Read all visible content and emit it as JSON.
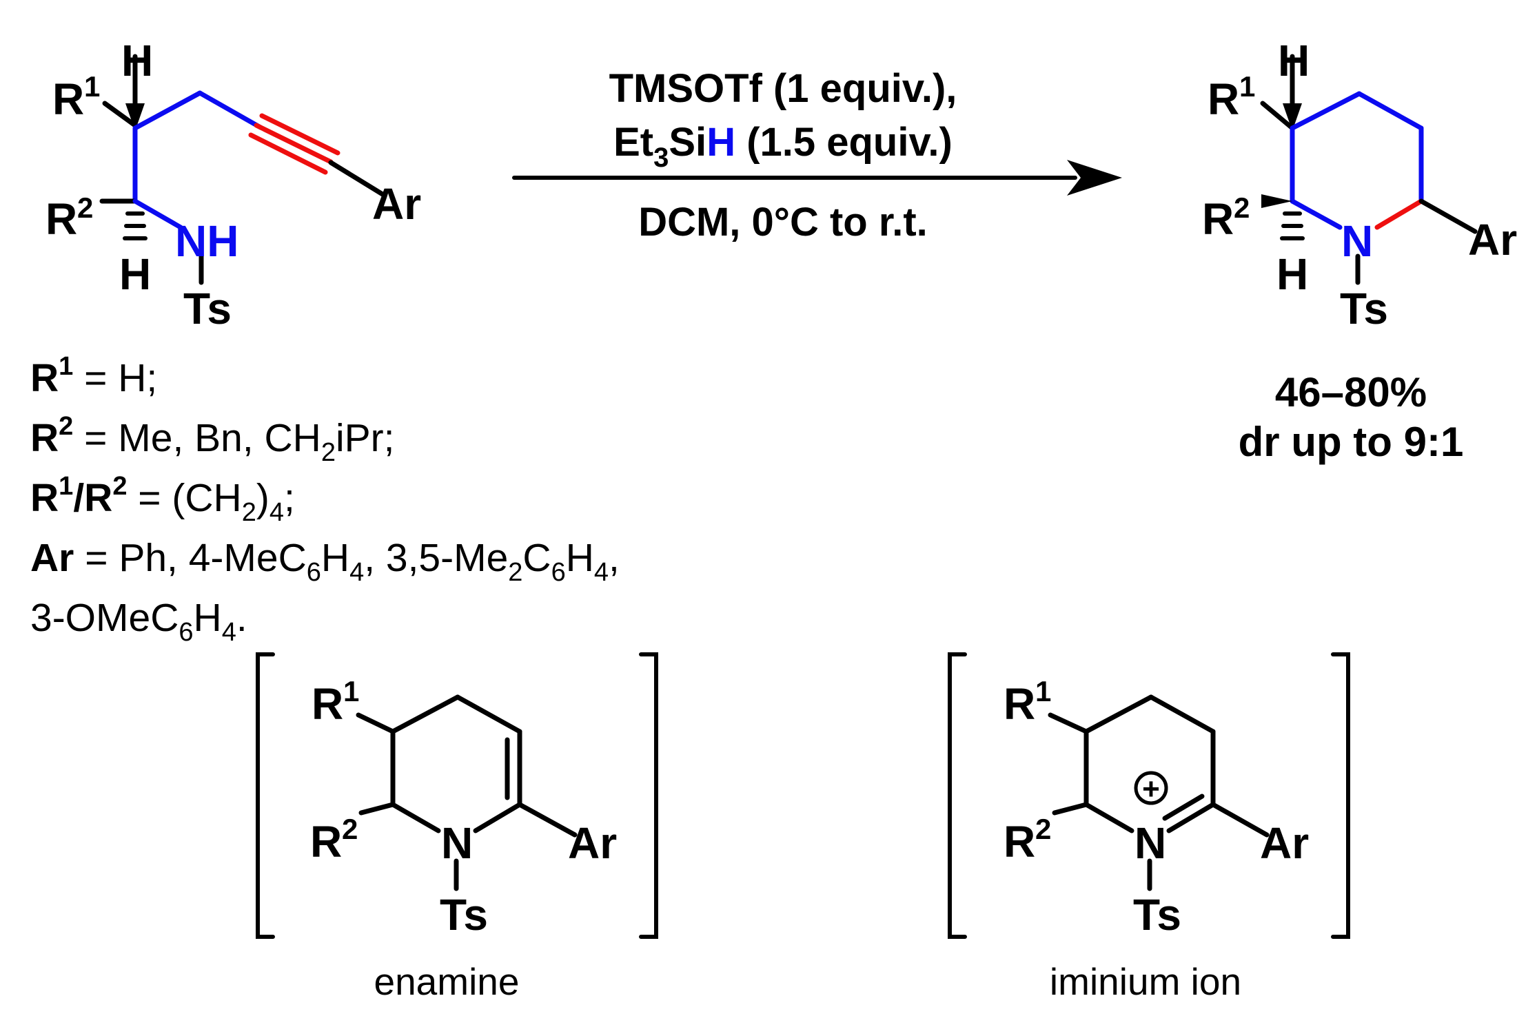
{
  "reagents": {
    "line1": "TMSOTf (1 equiv.),",
    "line2_pre": "Et",
    "line2_sub": "3",
    "line2_si": "Si",
    "line2_h": "H",
    "line2_post": " (1.5 equiv.)",
    "line3": "DCM, 0°C to r.t."
  },
  "atoms": {
    "R": "R",
    "one": "1",
    "two": "2",
    "H": "H",
    "NH": "NH",
    "N": "N",
    "Ts": "Ts",
    "Ar": "Ar",
    "plus": "+"
  },
  "conditions": {
    "r1_label": "R",
    "r1_sup": "1",
    "r1_value": " = H;",
    "r2_label": "R",
    "r2_sup": "2",
    "r2_value_a": " = Me, Bn, CH",
    "r2_value_sub": "2",
    "r2_value_b": "iPr;",
    "r12_label_a": "R",
    "r12_sup1": "1",
    "r12_slash": "/R",
    "r12_sup2": "2",
    "r12_value_a": " = (CH",
    "r12_value_sub1": "2",
    "r12_value_b": ")",
    "r12_value_sub2": "4",
    "r12_value_c": ";",
    "ar_label": "Ar",
    "ar_value_a": " = Ph, 4-MeC",
    "ar_sub1": "6",
    "ar_value_b": "H",
    "ar_sub2": "4",
    "ar_value_c": ", 3,5-Me",
    "ar_sub3": "2",
    "ar_value_d": "C",
    "ar_sub4": "6",
    "ar_value_e": "H",
    "ar_sub5": "4",
    "ar_value_f": ",",
    "ar2_a": "3-OMeC",
    "ar2_sub1": "6",
    "ar2_b": "H",
    "ar2_sub2": "4",
    "ar2_c": "."
  },
  "result": {
    "yield": "46–80%",
    "dr": "dr up to 9:1"
  },
  "intermediates": {
    "enamine": "enamine",
    "iminium": "iminium ion"
  },
  "colors": {
    "new_bonds": "#0b0bf0",
    "alkyne_and_cn_bond": "#ee0f0f",
    "nitrogen_text": "#0b0bf0"
  }
}
